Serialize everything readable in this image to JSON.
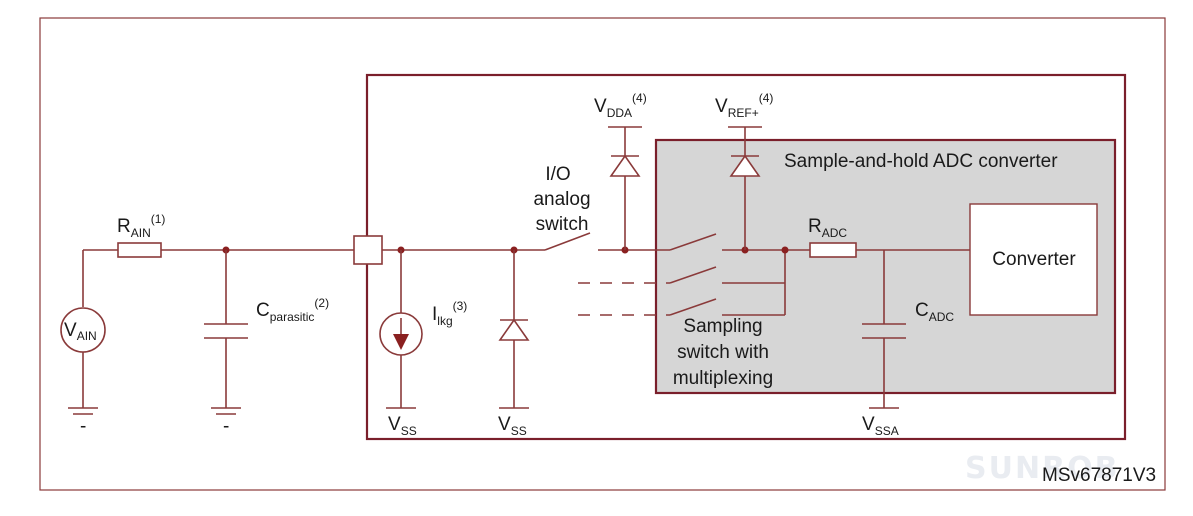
{
  "labels": {
    "vain_main": "V",
    "vain_sub": "AIN",
    "rain_main": "R",
    "rain_sub": "AIN",
    "rain_sup": "(1)",
    "cpar_main": "C",
    "cpar_sub": "parasitic",
    "cpar_sup": "(2)",
    "ilkg_main": "I",
    "ilkg_sub": "lkg",
    "ilkg_sup": "(3)",
    "vss1_main": "V",
    "vss1_sub": "SS",
    "vss2_main": "V",
    "vss2_sub": "SS",
    "vdda_main": "V",
    "vdda_sub": "DDA",
    "vdda_sup": "(4)",
    "vref_main": "V",
    "vref_sub": "REF+",
    "vref_sup": "(4)",
    "io_switch": [
      "I/O",
      "analog",
      "switch"
    ],
    "sh_title": "Sample-and-hold ADC converter",
    "radc_main": "R",
    "radc_sub": "ADC",
    "cadc_main": "C",
    "cadc_sub": "ADC",
    "converter": "Converter",
    "sampling": [
      "Sampling",
      "switch with",
      "multiplexing"
    ],
    "vssa_main": "V",
    "vssa_sub": "SSA",
    "gnd_mark": "-",
    "doc_id": "MSv67871V3",
    "watermark": "SUNROB"
  },
  "colors": {
    "wire": "#8a3a3a",
    "box_border": "#7a1f2b",
    "shaded_fill": "#d6d6d6"
  }
}
